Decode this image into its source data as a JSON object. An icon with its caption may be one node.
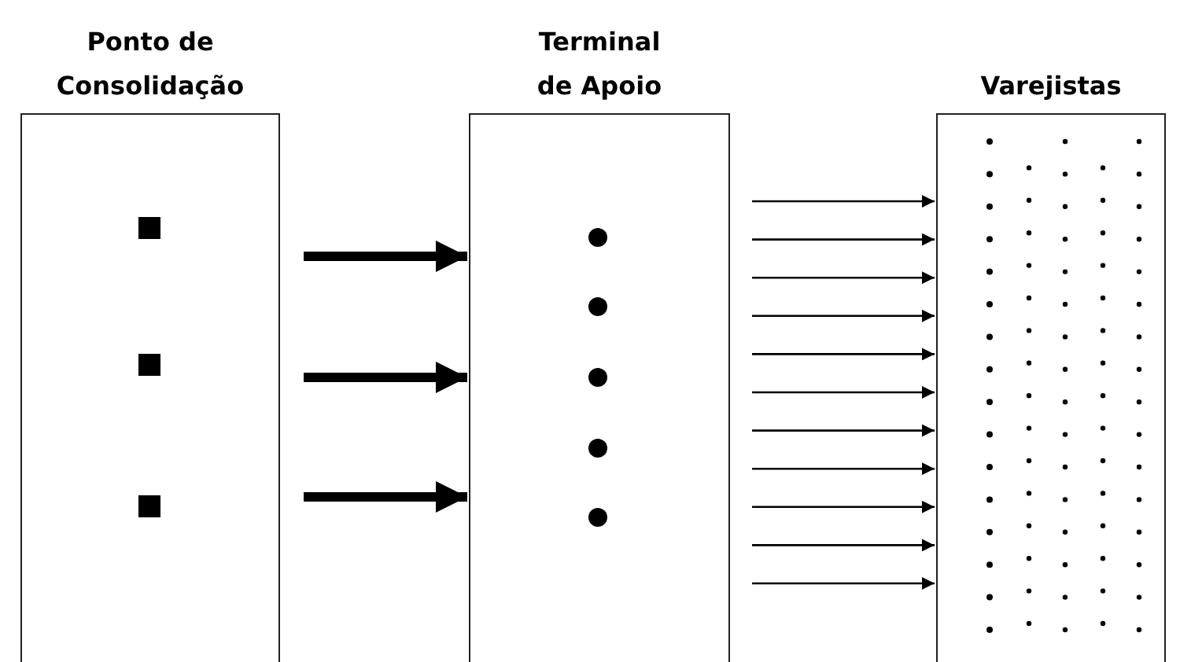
{
  "diagram": {
    "nodes": [
      {
        "text": [
          "Ponto de Consolidação"
        ]
      },
      {
        "text": [
          "Terminal de Apoio"
        ]
      },
      {
        "text": [
          "Varejistas"
        ]
      }
    ],
    "edges": [
      {
        "from": 0,
        "to": 1,
        "arrow": "to",
        "style": "thick"
      },
      {
        "from": 0,
        "to": 1,
        "arrow": "to",
        "style": "thick"
      },
      {
        "from": 0,
        "to": 1,
        "arrow": "to",
        "style": "thick"
      },
      {
        "from": 1,
        "to": 2,
        "arrow": "to"
      },
      {
        "from": 1,
        "to": 2,
        "arrow": "to"
      },
      {
        "from": 1,
        "to": 2,
        "arrow": "to"
      },
      {
        "from": 1,
        "to": 2,
        "arrow": "to"
      },
      {
        "from": 1,
        "to": 2,
        "arrow": "to"
      },
      {
        "from": 1,
        "to": 2,
        "arrow": "to"
      },
      {
        "from": 1,
        "to": 2,
        "arrow": "to"
      },
      {
        "from": 1,
        "to": 2,
        "arrow": "to"
      },
      {
        "from": 1,
        "to": 2,
        "arrow": "to"
      },
      {
        "from": 1,
        "to": 2,
        "arrow": "to"
      },
      {
        "from": 1,
        "to": 2,
        "arrow": "to"
      }
    ]
  }
}
